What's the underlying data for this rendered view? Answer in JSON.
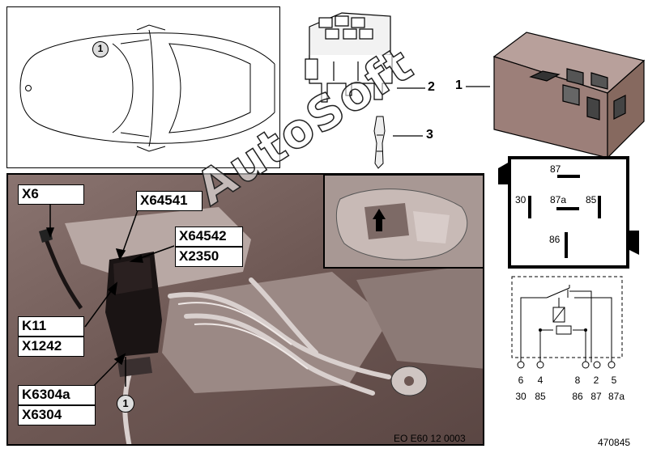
{
  "car_panel": {
    "marker": "1"
  },
  "labels": {
    "x6": "X6",
    "x64541": "X64541",
    "x64542": "X64542",
    "x2350": "X2350",
    "k11": "K11",
    "x1242": "X1242",
    "k6304a": "K6304a",
    "x6304": "X6304",
    "photo_marker": "1"
  },
  "callouts": {
    "relay": "1",
    "socket": "2",
    "terminal": "3"
  },
  "relay_face": {
    "t87": "87",
    "t30": "30",
    "t87a": "87a",
    "t85": "85",
    "t86": "86"
  },
  "circuit": {
    "pins_top": [
      "6",
      "4",
      "8",
      "2",
      "5"
    ],
    "pins_bottom": [
      "30",
      "85",
      "86",
      "87",
      "87a"
    ]
  },
  "ref_code": "EO E60 12 0003",
  "image_number": "470845",
  "watermark": "AutoSoft",
  "colors": {
    "photo_base": "#6f5a57",
    "relay_body": "#9c7f79",
    "frame": "#000000"
  }
}
